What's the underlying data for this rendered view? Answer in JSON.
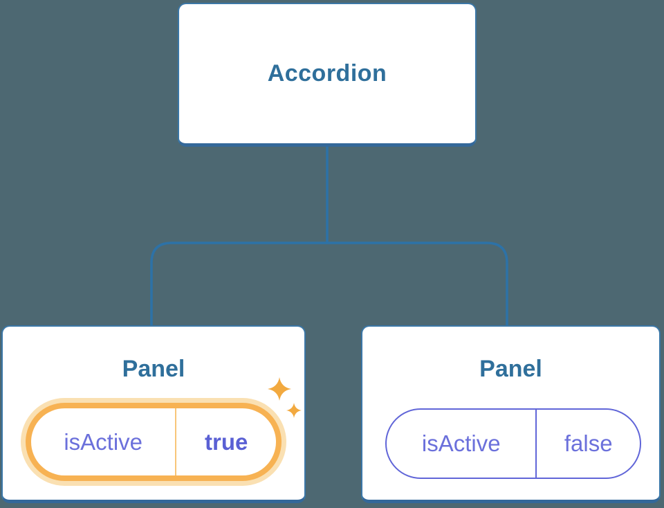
{
  "diagram": {
    "root": {
      "label": "Accordion"
    },
    "panels": [
      {
        "title": "Panel",
        "prop_name": "isActive",
        "prop_value": "true",
        "highlighted": true
      },
      {
        "title": "Panel",
        "prop_name": "isActive",
        "prop_value": "false",
        "highlighted": false
      }
    ]
  },
  "colors": {
    "background": "#4D6872",
    "node_fill": "#FFFFFF",
    "node_border": "#3B77A7",
    "node_border_bottom": "#34689A",
    "node_text": "#2F6F9B",
    "connector": "#2D72A7",
    "highlight_ring": "#F7B253",
    "highlight_halo": "#FAE0B2",
    "highlight_divider": "#F8C678",
    "sparkle": "#F2A93F",
    "state_border": "#6065D8",
    "state_text": "#6B70DB",
    "state_value_active": "#5A60D4"
  }
}
